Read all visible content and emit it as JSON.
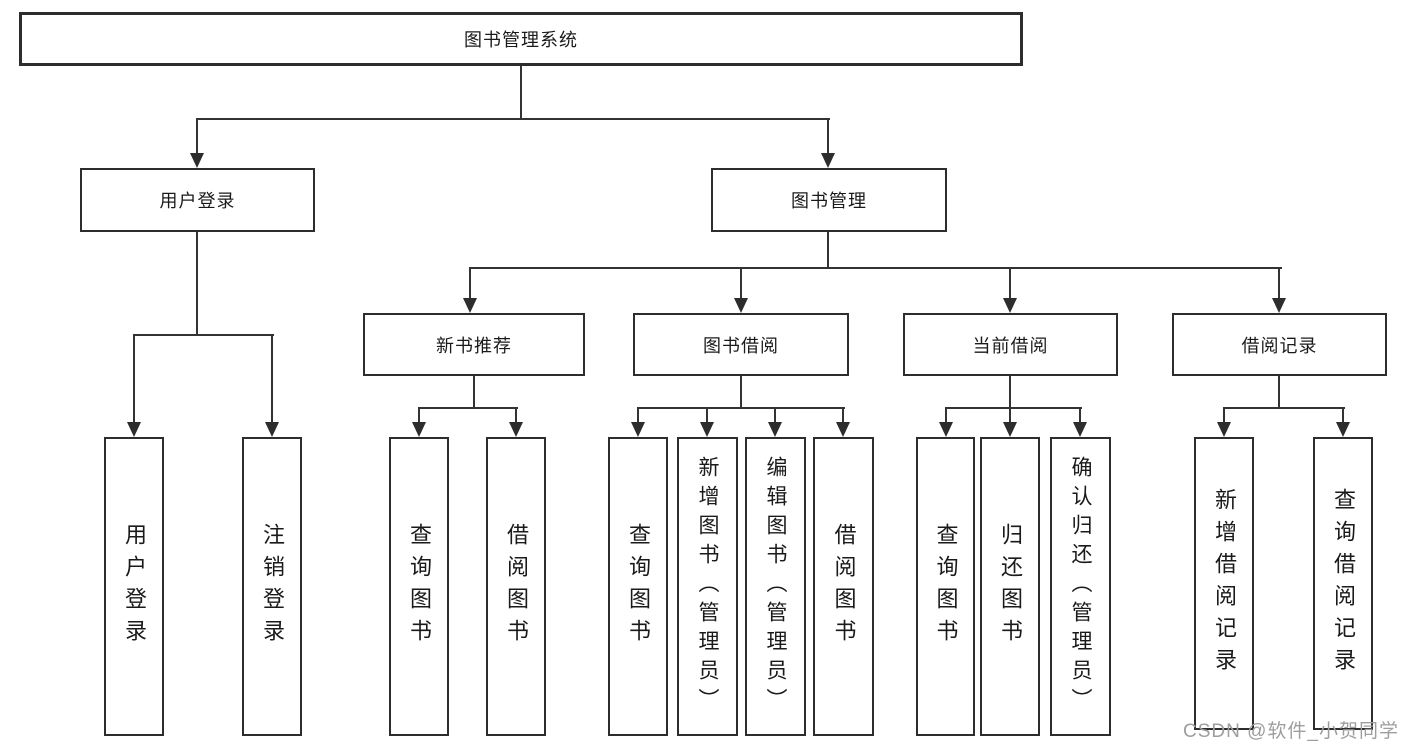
{
  "diagram": {
    "root": {
      "label": "图书管理系统"
    },
    "level2": [
      {
        "label": "用户登录"
      },
      {
        "label": "图书管理"
      }
    ],
    "level3": [
      {
        "label": "新书推荐"
      },
      {
        "label": "图书借阅"
      },
      {
        "label": "当前借阅"
      },
      {
        "label": "借阅记录"
      }
    ],
    "leaves": [
      {
        "label": "用户登录"
      },
      {
        "label": "注销登录"
      },
      {
        "label": "查询图书"
      },
      {
        "label": "借阅图书"
      },
      {
        "label": "查询图书"
      },
      {
        "label": "新增图书（管理员）"
      },
      {
        "label": "编辑图书（管理员）"
      },
      {
        "label": "借阅图书"
      },
      {
        "label": "查询图书"
      },
      {
        "label": "归还图书"
      },
      {
        "label": "确认归还（管理员）"
      },
      {
        "label": "新增借阅记录"
      },
      {
        "label": "查询借阅记录"
      }
    ],
    "colors": {
      "line": "#333333",
      "border": "#2d2d2d",
      "text": "#1a1a1a",
      "watermark": "#9e9e9e"
    }
  },
  "watermark": {
    "text": "CSDN @软件_小贺同学"
  }
}
